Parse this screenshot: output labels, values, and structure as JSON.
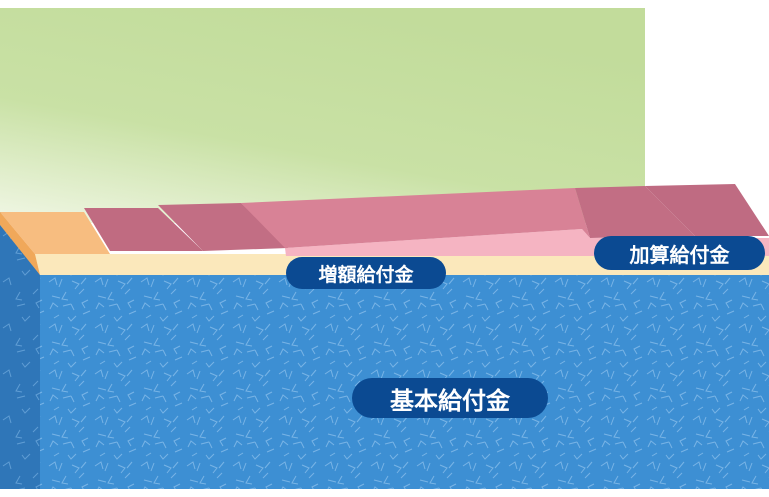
{
  "labels": {
    "zougaku": "増額給付金",
    "kasan": "加算給付金",
    "kihon": "基本給付金"
  },
  "colors": {
    "sky_green": "#c3dd9c",
    "base_blue": "#3d8fd3",
    "base_side": "#2f75b5",
    "cream_band": "#fbe8bb",
    "orange_block": "#f7bd80",
    "mauve_block": "#c26e84",
    "pink_band": "#f5b2c0",
    "pill_navy": "#0b4a92"
  }
}
